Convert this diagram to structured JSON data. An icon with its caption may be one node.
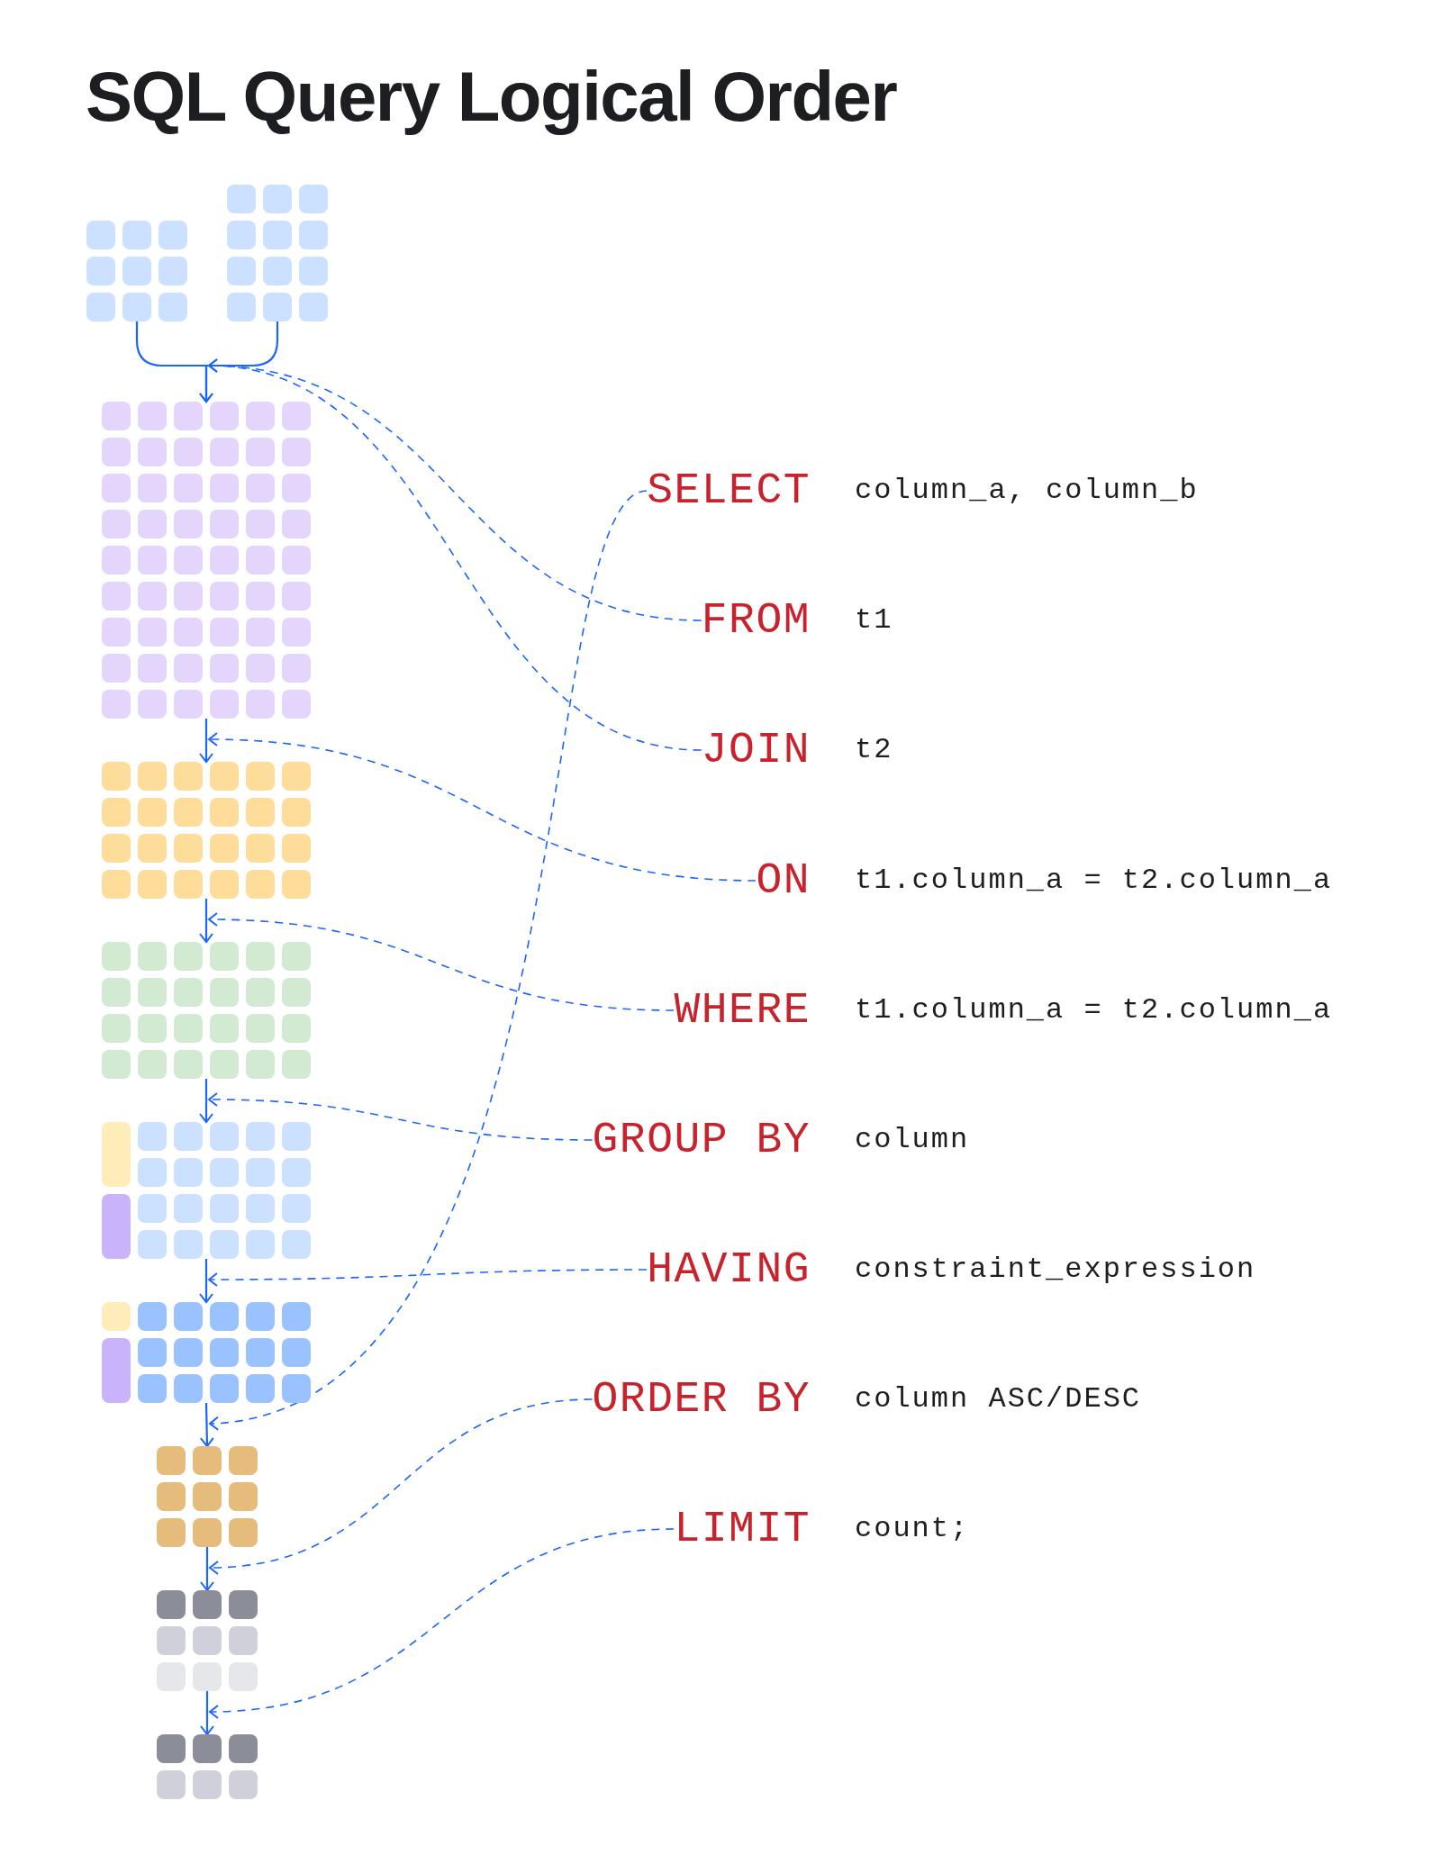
{
  "diagram": {
    "title": "SQL Query Logical Order",
    "nodes": [
      {
        "text": [],
        "shape": "grid"
      },
      {
        "text": [],
        "shape": "grid"
      },
      {
        "text": [],
        "shape": "grid"
      },
      {
        "text": [],
        "shape": "grid"
      },
      {
        "text": [],
        "shape": "grid"
      },
      {
        "text": [],
        "shape": "grid"
      },
      {
        "text": [],
        "shape": "grid"
      },
      {
        "text": [],
        "shape": "grid"
      },
      {
        "text": [],
        "shape": "grid"
      },
      {
        "text": [],
        "shape": "grid"
      },
      {
        "text": [
          "SELECT"
        ],
        "beside": [
          "column_a, column_b"
        ]
      },
      {
        "text": [
          "FROM"
        ],
        "beside": [
          "t1"
        ]
      },
      {
        "text": [
          "JOIN"
        ],
        "beside": [
          "t2"
        ]
      },
      {
        "text": [
          "ON"
        ],
        "beside": [
          "t1.column_a = t2.column_a"
        ]
      },
      {
        "text": [
          "WHERE"
        ],
        "beside": [
          "t1.column_a = t2.column_a"
        ]
      },
      {
        "text": [
          "GROUP BY"
        ],
        "beside": [
          "column"
        ]
      },
      {
        "text": [
          "HAVING"
        ],
        "beside": [
          "constraint_expression"
        ]
      },
      {
        "text": [
          "ORDER BY"
        ],
        "beside": [
          "column ASC/DESC"
        ]
      },
      {
        "text": [
          "LIMIT"
        ],
        "beside": [
          "count;"
        ]
      }
    ],
    "edges": [
      {
        "from": 0,
        "to": 2,
        "arrow": "to"
      },
      {
        "from": 1,
        "to": 2,
        "arrow": "to"
      },
      {
        "from": 2,
        "to": 3,
        "arrow": "to"
      },
      {
        "from": 3,
        "to": 4,
        "arrow": "to"
      },
      {
        "from": 4,
        "to": 5,
        "arrow": "to"
      },
      {
        "from": 5,
        "to": 6,
        "arrow": "to"
      },
      {
        "from": 6,
        "to": 7,
        "arrow": "to"
      },
      {
        "from": 7,
        "to": 8,
        "arrow": "to"
      },
      {
        "from": 8,
        "to": 9,
        "arrow": "to"
      },
      {
        "from": 11,
        "to": 2,
        "arrow": "to",
        "style": "dashed"
      },
      {
        "from": 12,
        "to": 2,
        "arrow": "to",
        "style": "dashed"
      },
      {
        "from": 13,
        "to": 3,
        "arrow": "to",
        "style": "dashed"
      },
      {
        "from": 14,
        "to": 4,
        "arrow": "to",
        "style": "dashed"
      },
      {
        "from": 15,
        "to": 5,
        "arrow": "to",
        "style": "dashed"
      },
      {
        "from": 16,
        "to": 6,
        "arrow": "to",
        "style": "dashed"
      },
      {
        "from": 10,
        "to": 7,
        "arrow": "to",
        "style": "dashed"
      },
      {
        "from": 17,
        "to": 8,
        "arrow": "to",
        "style": "dashed"
      },
      {
        "from": 18,
        "to": 9,
        "arrow": "to",
        "style": "dashed"
      }
    ]
  }
}
